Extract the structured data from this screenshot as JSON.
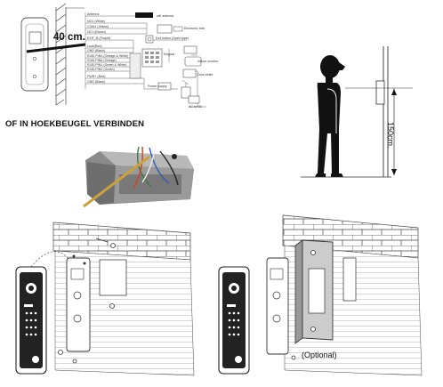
{
  "labels": {
    "distance_wall": "40 cm.",
    "height": "150cm.",
    "corner_bracket": "OF IN HOEKBEUGEL VERBINDEN",
    "optional": "(Optional)"
  },
  "wiring": {
    "left_labels": [
      "Antenna",
      "NO1 (White)",
      "COM1 (Yellow)",
      "NC1 (Brown)",
      "EXIT_B (Purple)",
      "Lock(Red)",
      "GND (Black)",
      "RJ45 PIN3 (Orange & White)",
      "RJ45 PIN6 (Orange)",
      "RJ45 PIN1 (Green & White)",
      "RJ45 PIN2 (Green)",
      "PWR+ (Red)",
      "GND (Black)"
    ],
    "right_labels": [
      "wifi antenna",
      "Electronic lock",
      "Exit button (Open type)",
      "Keypad",
      "Indoor monitor",
      "Door strike",
      "Power supply",
      "AC to NC"
    ]
  }
}
